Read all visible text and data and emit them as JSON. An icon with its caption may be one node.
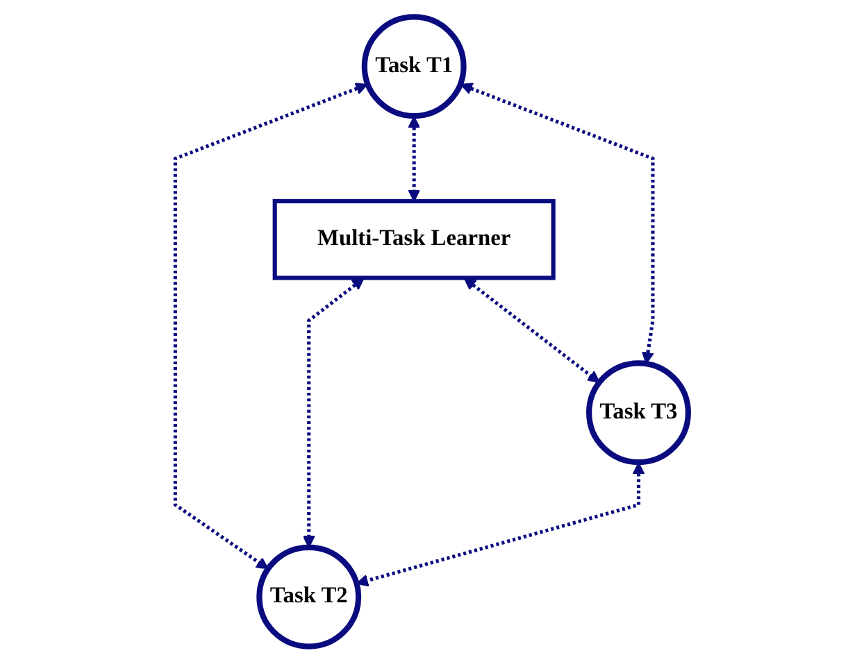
{
  "diagram": {
    "nodes": [
      {
        "text": [
          "Task T1"
        ]
      },
      {
        "text": [
          "Task T2"
        ]
      },
      {
        "text": [
          "Multi-Task Learner"
        ]
      },
      {
        "text": [
          "Task T3"
        ]
      }
    ],
    "edges": [
      {
        "from": 0,
        "to": 1,
        "arrow": "both",
        "style": "dashed"
      },
      {
        "from": 0,
        "to": 2,
        "arrow": "both",
        "style": "dashed"
      },
      {
        "from": 2,
        "to": 1,
        "arrow": "both",
        "style": "dashed"
      },
      {
        "from": 2,
        "to": 3,
        "arrow": "both",
        "style": "dashed"
      },
      {
        "from": 0,
        "to": 3,
        "arrow": "both",
        "style": "dashed"
      },
      {
        "from": 3,
        "to": 1,
        "arrow": "both",
        "style": "dashed"
      }
    ]
  }
}
